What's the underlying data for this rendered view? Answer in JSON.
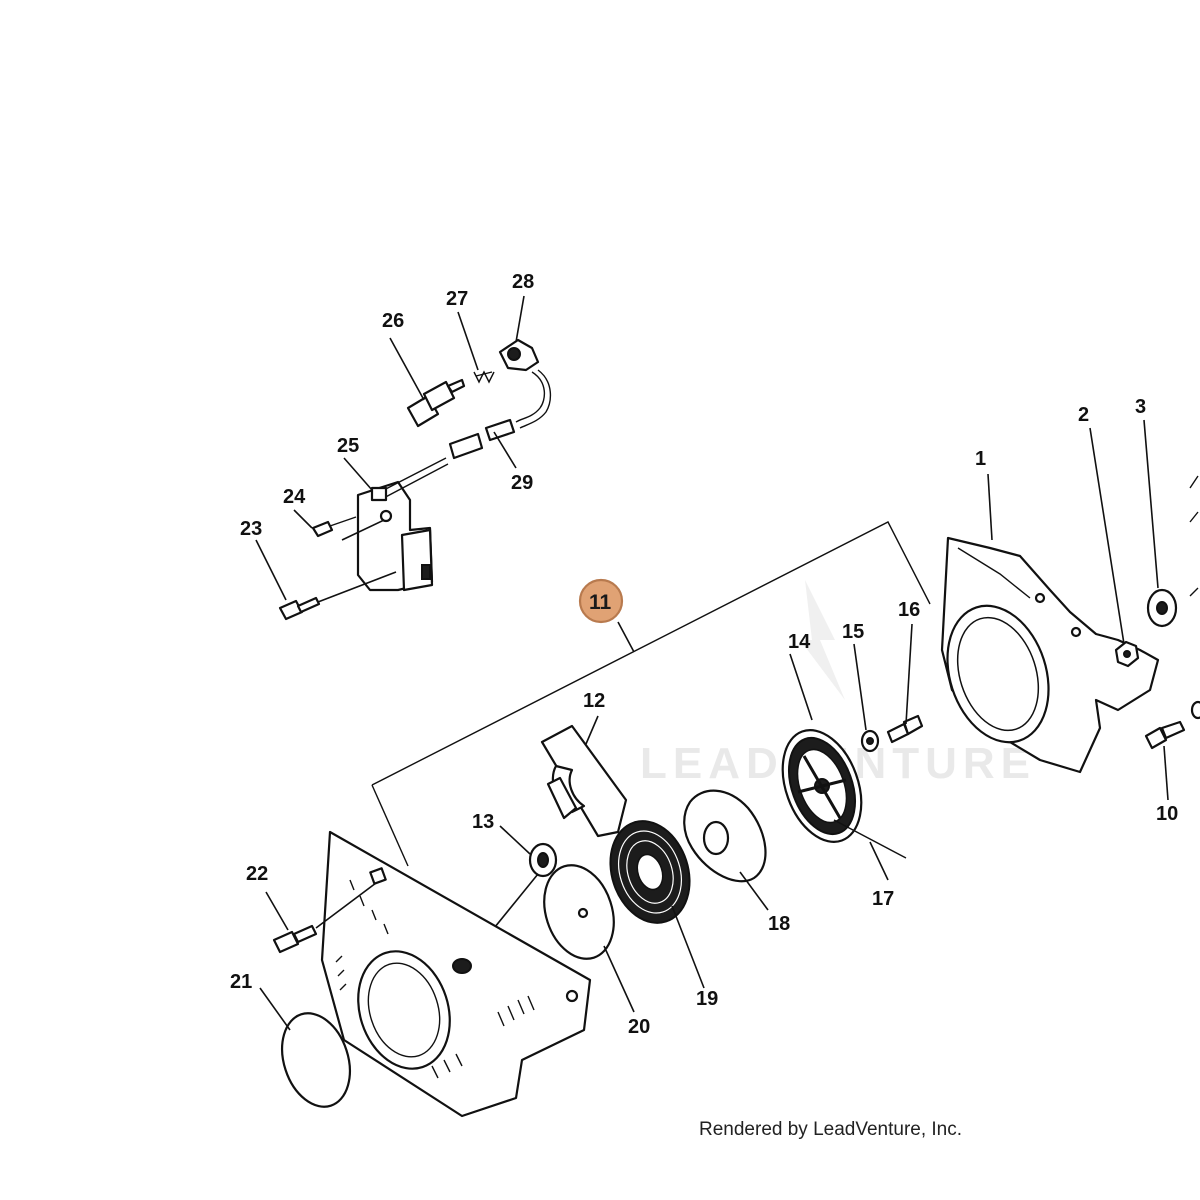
{
  "diagram": {
    "highlighted_callout": "11",
    "highlight_color": "#E0A274",
    "watermark_text": "LEADVENTURE",
    "callouts": [
      {
        "id": "c1",
        "label": "1"
      },
      {
        "id": "c2",
        "label": "2"
      },
      {
        "id": "c3",
        "label": "3"
      },
      {
        "id": "c10",
        "label": "10"
      },
      {
        "id": "c11",
        "label": "11"
      },
      {
        "id": "c12",
        "label": "12"
      },
      {
        "id": "c13",
        "label": "13"
      },
      {
        "id": "c14",
        "label": "14"
      },
      {
        "id": "c15",
        "label": "15"
      },
      {
        "id": "c16",
        "label": "16"
      },
      {
        "id": "c17",
        "label": "17"
      },
      {
        "id": "c18",
        "label": "18"
      },
      {
        "id": "c19",
        "label": "19"
      },
      {
        "id": "c20",
        "label": "20"
      },
      {
        "id": "c21",
        "label": "21"
      },
      {
        "id": "c22",
        "label": "22"
      },
      {
        "id": "c23",
        "label": "23"
      },
      {
        "id": "c24",
        "label": "24"
      },
      {
        "id": "c25",
        "label": "25"
      },
      {
        "id": "c26",
        "label": "26"
      },
      {
        "id": "c27",
        "label": "27"
      },
      {
        "id": "c28",
        "label": "28"
      },
      {
        "id": "c29",
        "label": "29"
      }
    ]
  },
  "footer": {
    "credit": "Rendered by LeadVenture, Inc."
  }
}
